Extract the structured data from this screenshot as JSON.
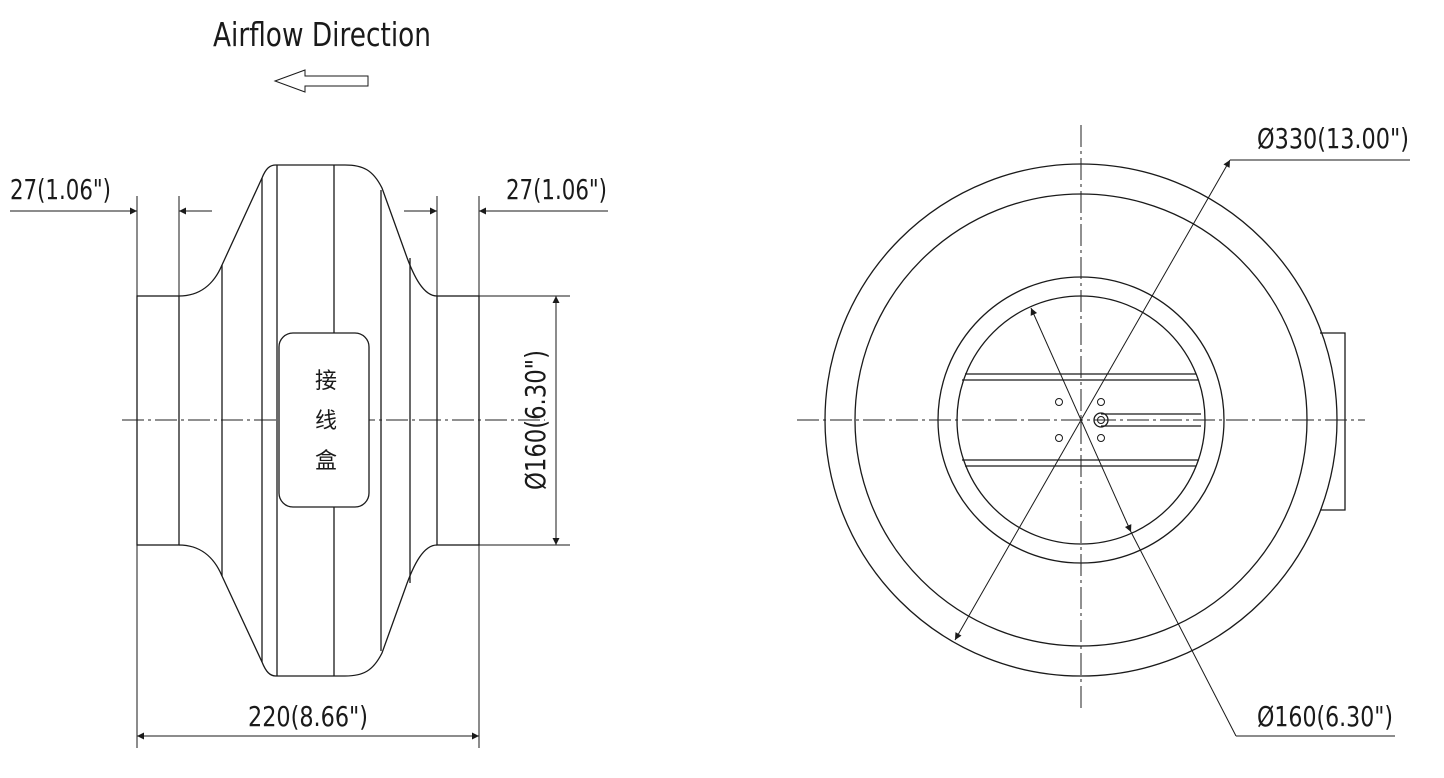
{
  "airflow": {
    "label": "Airflow Direction"
  },
  "side_view": {
    "left_collar": "27(1.06\")",
    "right_collar": "27(1.06\")",
    "duct_diameter": "Ø160(6.30\")",
    "overall_length": "220(8.66\")",
    "junction_box": [
      "接",
      "线",
      "盒"
    ]
  },
  "front_view": {
    "outer_diameter": "Ø330(13.00\")",
    "inlet_diameter": "Ø160(6.30\")"
  }
}
